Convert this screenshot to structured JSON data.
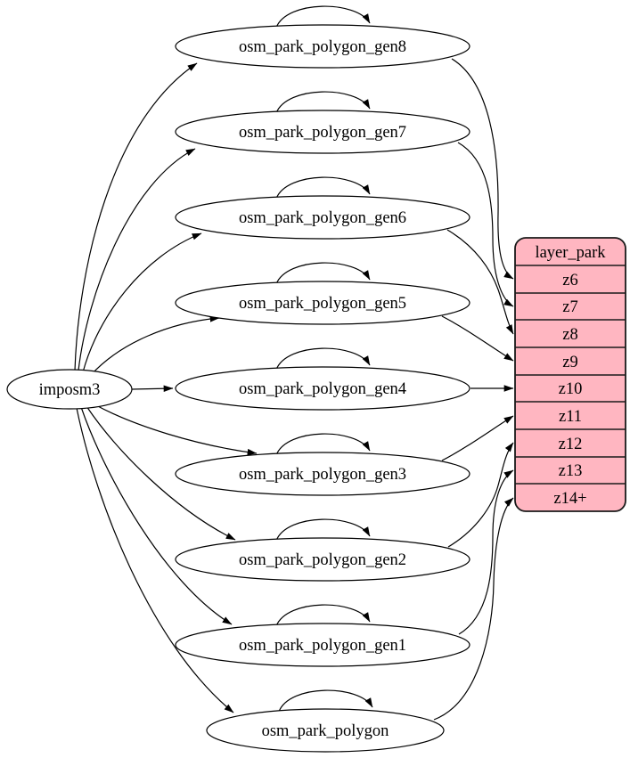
{
  "diagram": {
    "source": {
      "label": "imposm3"
    },
    "nodes": [
      {
        "label": "osm_park_polygon_gen8"
      },
      {
        "label": "osm_park_polygon_gen7"
      },
      {
        "label": "osm_park_polygon_gen6"
      },
      {
        "label": "osm_park_polygon_gen5"
      },
      {
        "label": "osm_park_polygon_gen4"
      },
      {
        "label": "osm_park_polygon_gen3"
      },
      {
        "label": "osm_park_polygon_gen2"
      },
      {
        "label": "osm_park_polygon_gen1"
      },
      {
        "label": "osm_park_polygon"
      }
    ],
    "layer": {
      "title": "layer_park",
      "rows": [
        "z6",
        "z7",
        "z8",
        "z9",
        "z10",
        "z11",
        "z12",
        "z13",
        "z14+"
      ]
    },
    "edges": [
      {
        "from": "imposm3",
        "to": "osm_park_polygon_gen8"
      },
      {
        "from": "imposm3",
        "to": "osm_park_polygon_gen7"
      },
      {
        "from": "imposm3",
        "to": "osm_park_polygon_gen6"
      },
      {
        "from": "imposm3",
        "to": "osm_park_polygon_gen5"
      },
      {
        "from": "imposm3",
        "to": "osm_park_polygon_gen4"
      },
      {
        "from": "imposm3",
        "to": "osm_park_polygon_gen3"
      },
      {
        "from": "imposm3",
        "to": "osm_park_polygon_gen2"
      },
      {
        "from": "imposm3",
        "to": "osm_park_polygon_gen1"
      },
      {
        "from": "imposm3",
        "to": "osm_park_polygon"
      },
      {
        "from": "osm_park_polygon_gen8",
        "to": "osm_park_polygon_gen8",
        "type": "self-loop"
      },
      {
        "from": "osm_park_polygon_gen7",
        "to": "osm_park_polygon_gen7",
        "type": "self-loop"
      },
      {
        "from": "osm_park_polygon_gen6",
        "to": "osm_park_polygon_gen6",
        "type": "self-loop"
      },
      {
        "from": "osm_park_polygon_gen5",
        "to": "osm_park_polygon_gen5",
        "type": "self-loop"
      },
      {
        "from": "osm_park_polygon_gen4",
        "to": "osm_park_polygon_gen4",
        "type": "self-loop"
      },
      {
        "from": "osm_park_polygon_gen3",
        "to": "osm_park_polygon_gen3",
        "type": "self-loop"
      },
      {
        "from": "osm_park_polygon_gen2",
        "to": "osm_park_polygon_gen2",
        "type": "self-loop"
      },
      {
        "from": "osm_park_polygon_gen1",
        "to": "osm_park_polygon_gen1",
        "type": "self-loop"
      },
      {
        "from": "osm_park_polygon",
        "to": "osm_park_polygon",
        "type": "self-loop"
      },
      {
        "from": "osm_park_polygon_gen8",
        "to": "layer_park.z6"
      },
      {
        "from": "osm_park_polygon_gen7",
        "to": "layer_park.z7"
      },
      {
        "from": "osm_park_polygon_gen6",
        "to": "layer_park.z8"
      },
      {
        "from": "osm_park_polygon_gen5",
        "to": "layer_park.z9"
      },
      {
        "from": "osm_park_polygon_gen4",
        "to": "layer_park.z10"
      },
      {
        "from": "osm_park_polygon_gen3",
        "to": "layer_park.z11"
      },
      {
        "from": "osm_park_polygon_gen2",
        "to": "layer_park.z12"
      },
      {
        "from": "osm_park_polygon_gen1",
        "to": "layer_park.z13"
      },
      {
        "from": "osm_park_polygon",
        "to": "layer_park.z14+"
      }
    ],
    "colors": {
      "layer_fill": "#ffb6c1",
      "layer_border": "#1a1a1a",
      "edge": "#000000",
      "node_fill": "#ffffff"
    }
  }
}
